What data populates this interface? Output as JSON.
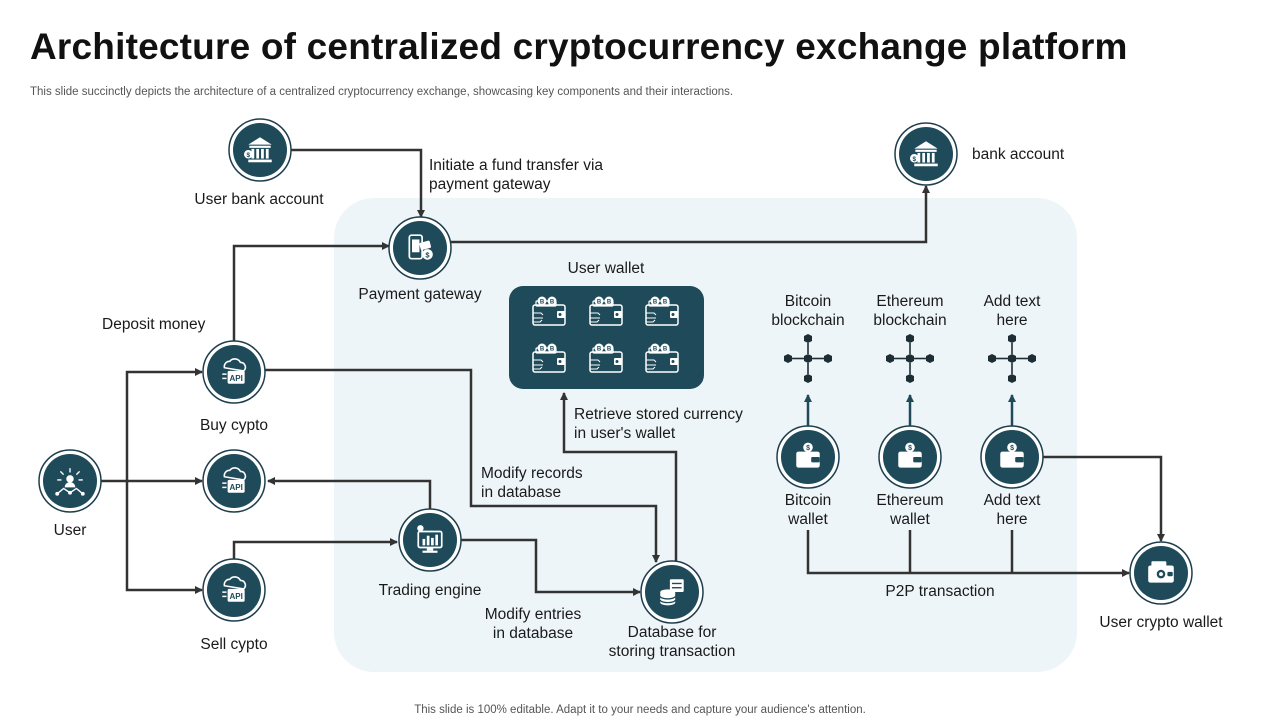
{
  "title": "Architecture of centralized cryptocurrency exchange platform",
  "subtitle": "This slide succinctly depicts the architecture of a centralized cryptocurrency exchange, showcasing key components and their interactions.",
  "footer": "This slide is 100% editable. Adapt it to your needs and capture your audience's attention.",
  "labels": {
    "user_bank_account": "User bank account",
    "fund_transfer_1": "Initiate a fund transfer via",
    "fund_transfer_2": "payment gateway",
    "bank_account": "bank account",
    "payment_gateway": "Payment gateway",
    "user_wallet": "User wallet",
    "deposit_money": "Deposit money",
    "buy_crypto": "Buy cypto",
    "user": "User",
    "sell_crypto": "Sell cypto",
    "trading_engine": "Trading engine",
    "modify_records_1": "Modify records",
    "modify_records_2": "in database",
    "retrieve_1": "Retrieve stored currency",
    "retrieve_2": "in user's wallet",
    "modify_entries_1": "Modify entries",
    "modify_entries_2": "in database",
    "database_1": "Database for",
    "database_2": "storing transaction",
    "bitcoin_blockchain_1": "Bitcoin",
    "bitcoin_blockchain_2": "blockchain",
    "ethereum_blockchain_1": "Ethereum",
    "ethereum_blockchain_2": "blockchain",
    "add_text_top_1": "Add text",
    "add_text_top_2": "here",
    "bitcoin_wallet_1": "Bitcoin",
    "bitcoin_wallet_2": "wallet",
    "ethereum_wallet_1": "Ethereum",
    "ethereum_wallet_2": "wallet",
    "add_text_bottom_1": "Add text",
    "add_text_bottom_2": "here",
    "p2p_transaction": "P2P transaction",
    "user_crypto_wallet": "User crypto wallet"
  },
  "icons": {
    "user_bank_account": "bank-icon",
    "bank_account": "bank-icon",
    "payment_gateway": "mobile-payment-icon",
    "buy_crypto": "cloud-api-icon",
    "api_middle": "cloud-api-icon",
    "sell_crypto": "cloud-api-icon",
    "user": "user-network-icon",
    "trading_engine": "trading-monitor-icon",
    "database": "database-icon",
    "wallets": "wallet-coin-icon",
    "blockchain": "blockchain-cubes-icon",
    "user_wallet_grid": "bitcoin-wallet-icon"
  },
  "colors": {
    "node": "#1e4a5a",
    "panel": "#eef5f8",
    "connector": "#333333"
  }
}
